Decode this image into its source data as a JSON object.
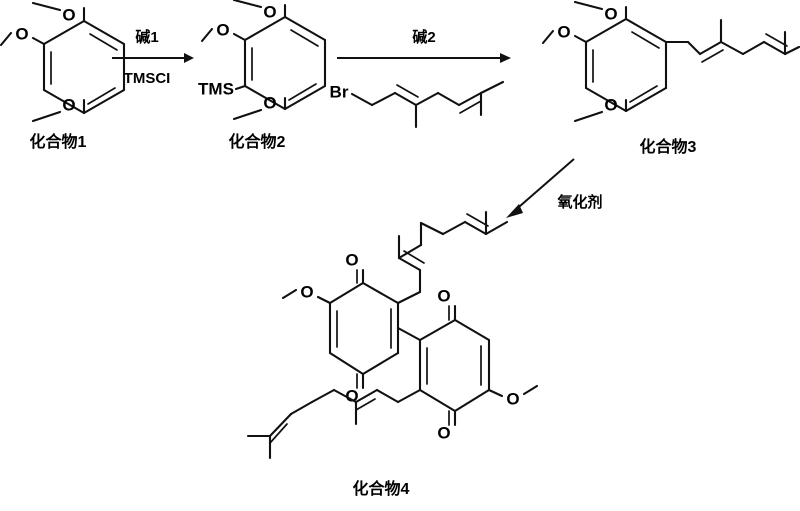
{
  "scheme": {
    "title": "Synthetic route to compound 4",
    "background_color": "#ffffff",
    "line_color": "#111111"
  },
  "compounds": [
    {
      "id": "compound-1",
      "caption": "化合物1",
      "name_hint": "1,2,4-trimethoxybenzene",
      "atom_labels": [
        "O",
        "O",
        "O"
      ]
    },
    {
      "id": "compound-2",
      "caption": "化合物2",
      "name_hint": "TMS-substituted trimethoxybenzene",
      "atom_labels": [
        "O",
        "O",
        "O",
        "TMS"
      ]
    },
    {
      "id": "compound-3",
      "caption": "化合物3",
      "name_hint": "geranyl trimethoxybenzene",
      "atom_labels": [
        "O",
        "O",
        "O"
      ]
    },
    {
      "id": "compound-4",
      "caption": "化合物4",
      "name_hint": "bis-geranyl dimethoxy biquinone",
      "atom_labels": [
        "O",
        "O",
        "O",
        "O",
        "O",
        "O"
      ]
    }
  ],
  "reagents": {
    "reagent_bromide_label": "Br",
    "tms_label": "TMS"
  },
  "arrows": [
    {
      "id": "arrow-1",
      "above": "碱1",
      "below": "TMSCI",
      "direction": "right"
    },
    {
      "id": "arrow-2",
      "above": "碱2",
      "below": "",
      "direction": "right"
    },
    {
      "id": "arrow-3",
      "above": "",
      "below": "氧化剂",
      "direction": "down-left"
    }
  ],
  "labels": {
    "oxidant": "氧化剂",
    "base1": "碱1",
    "base2": "碱2",
    "tmscl": "TMSCI"
  }
}
